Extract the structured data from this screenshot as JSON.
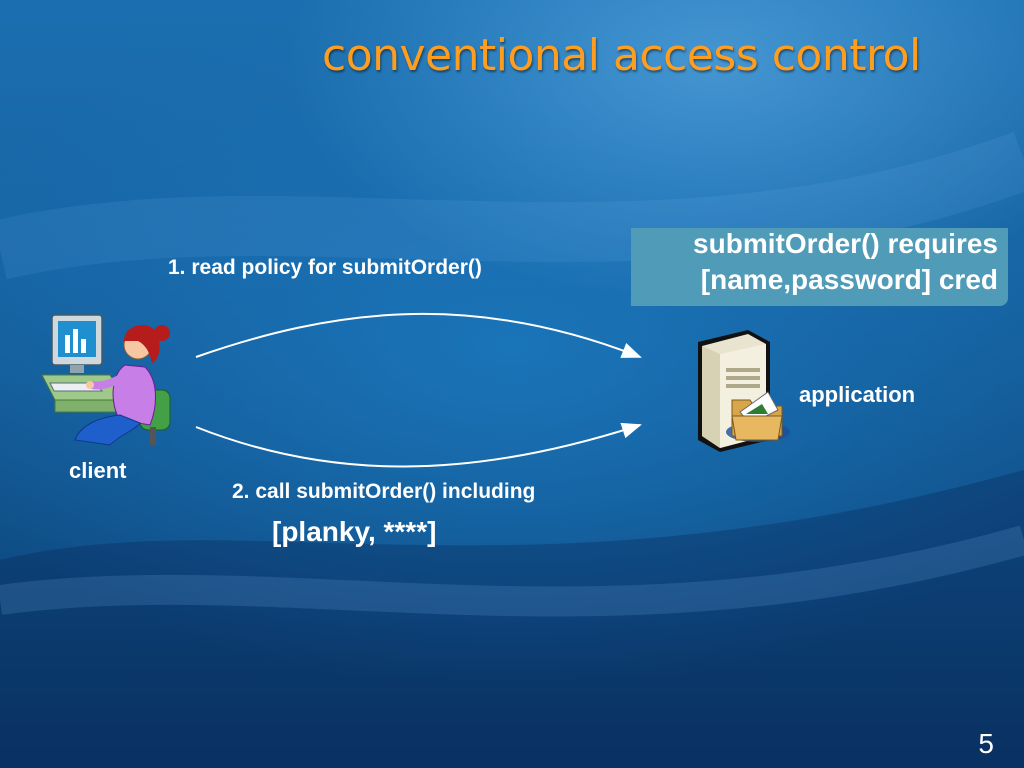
{
  "slide": {
    "title": "conventional access control",
    "page_number": "5"
  },
  "diagram": {
    "step1_label": "1.  read policy for submitOrder()",
    "step2_label": "2.  call submitOrder() including",
    "step2_credentials": "[planky, ****]",
    "client_label": "client",
    "application_label": "application",
    "policy_line1": "submitOrder() requires",
    "policy_line2": "[name,password] cred"
  },
  "colors": {
    "title": "#ff9d1e",
    "policy_box": "#4f9bb8",
    "text": "#ffffff"
  }
}
